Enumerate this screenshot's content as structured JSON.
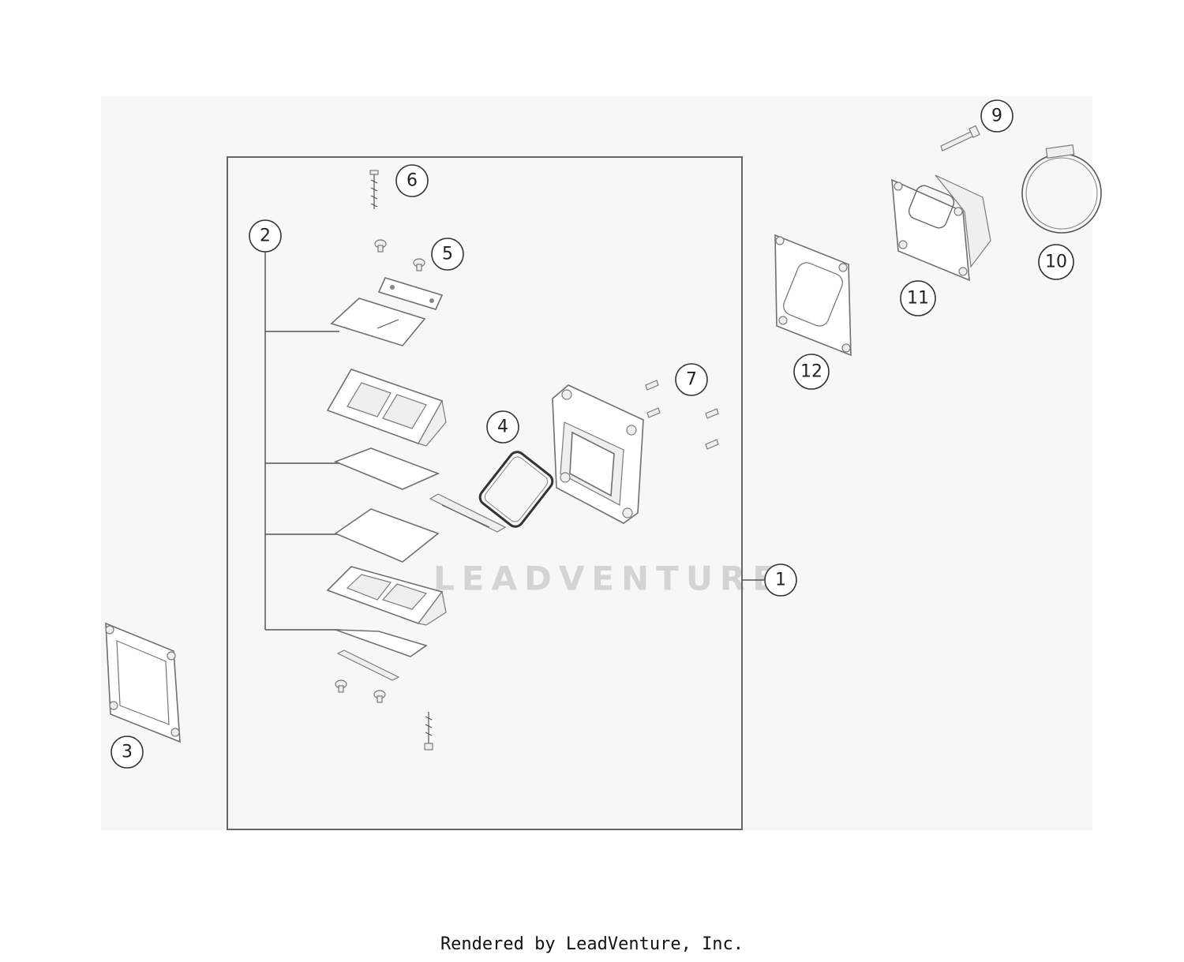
{
  "diagram": {
    "callouts": {
      "c1": "1",
      "c2": "2",
      "c3": "3",
      "c4": "4",
      "c5": "5",
      "c6": "6",
      "c7": "7",
      "c9": "9",
      "c10": "10",
      "c11": "11",
      "c12": "12"
    },
    "watermark": "LEADVENTURE"
  },
  "footer": {
    "credit": "Rendered by LeadVenture, Inc."
  },
  "colors": {
    "background": "#ffffff",
    "panel": "#f7f7f7",
    "line": "#555555"
  }
}
